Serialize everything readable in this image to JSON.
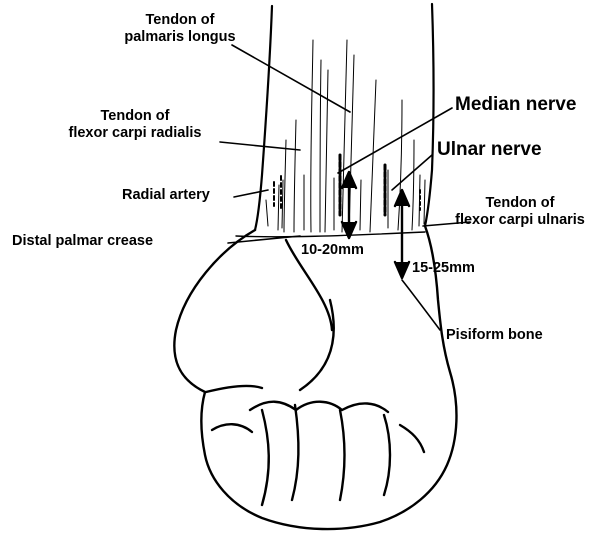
{
  "labels": {
    "palmaris_longus": [
      "Tendon of",
      "palmaris longus"
    ],
    "flexor_carpi_radialis": [
      "Tendon of",
      "flexor carpi radialis"
    ],
    "radial_artery": "Radial artery",
    "distal_palmar_crease": "Distal palmar crease",
    "median_nerve": "Median nerve",
    "ulnar_nerve": "Ulnar nerve",
    "flexor_carpi_ulnaris": [
      "Tendon of",
      "flexor carpi ulnaris"
    ],
    "pisiform_bone": "Pisiform bone"
  },
  "measurements": {
    "median": "10-20mm",
    "ulnar": "15-25mm"
  }
}
